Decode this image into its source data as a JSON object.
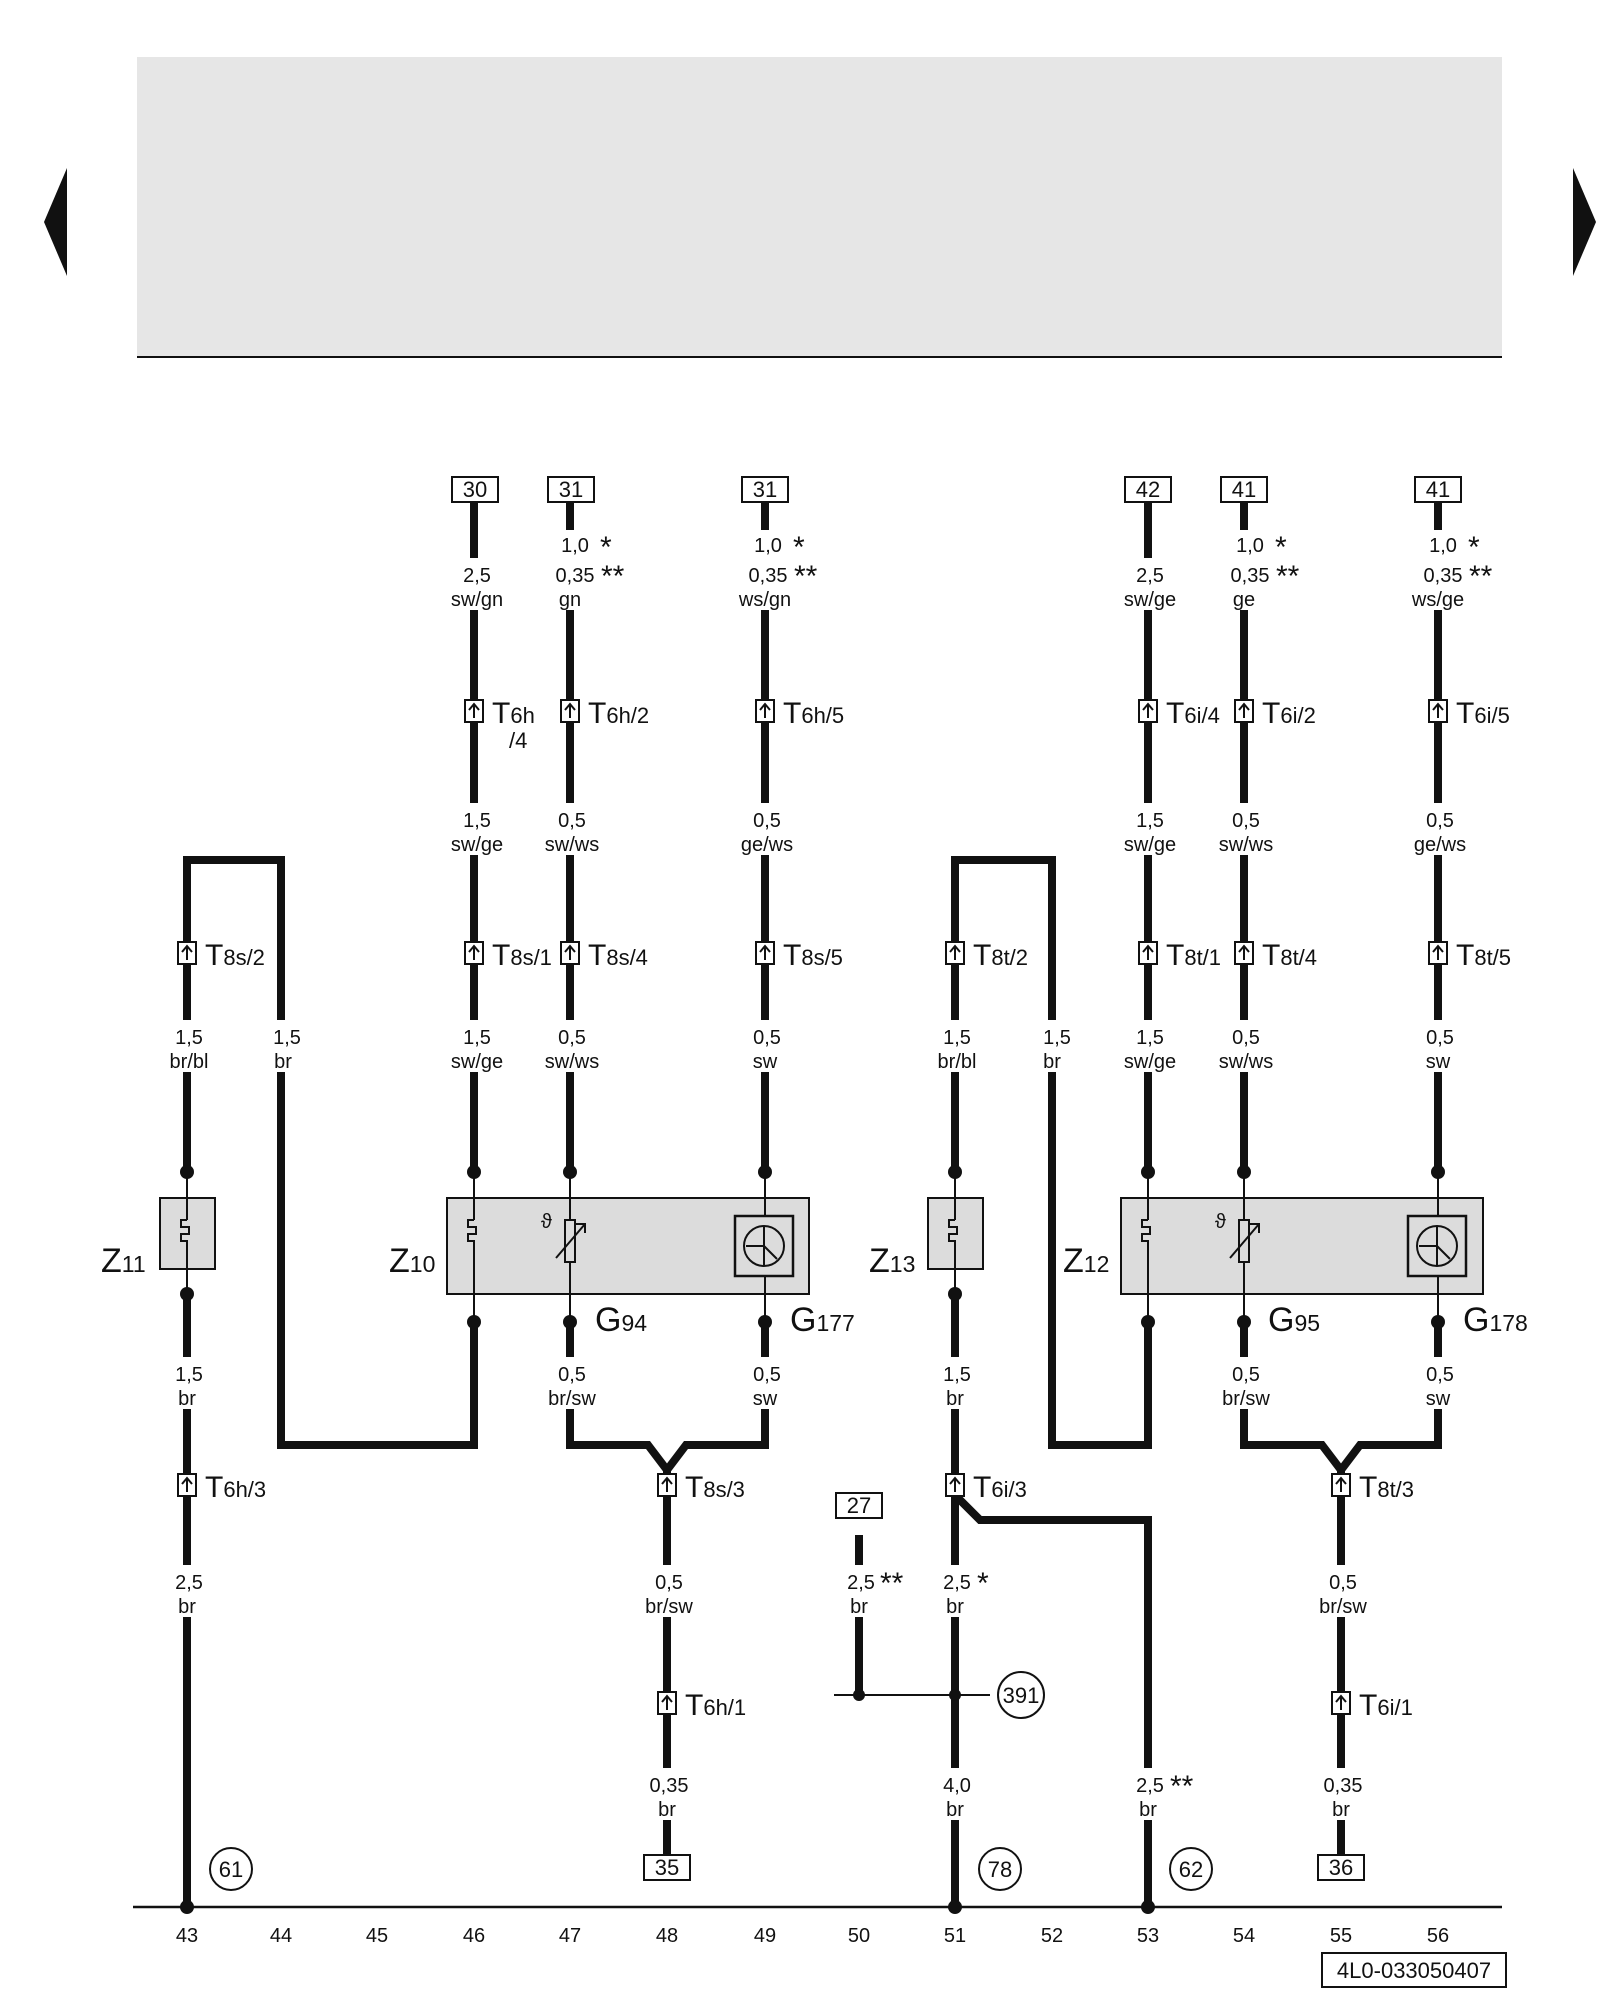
{
  "nav": {
    "prev_label": "previous page",
    "next_label": "next page"
  },
  "footer": {
    "doc_code": "4L0-033050407"
  },
  "grid_numbers": [
    "43",
    "44",
    "45",
    "46",
    "47",
    "48",
    "49",
    "50",
    "51",
    "52",
    "53",
    "54",
    "55",
    "56"
  ],
  "terminals": {
    "t30": "30",
    "t31a": "31",
    "t31b": "31",
    "t42": "42",
    "t41a": "41",
    "t41b": "41",
    "t35": "35",
    "t36": "36",
    "t27": "27"
  },
  "refs": {
    "r61": "61",
    "r78": "78",
    "r62": "62",
    "r391": "391"
  },
  "wires": {
    "w46_top_size": "2,5",
    "w46_top_color": "sw/gn",
    "w47_top_size1": "1,0",
    "w47_top_size2": "0,35",
    "w47_top_color": "gn",
    "w49_top_size1": "1,0",
    "w49_top_size2": "0,35",
    "w49_top_color": "ws/gn",
    "w53_top_size": "2,5",
    "w53_top_color": "sw/ge",
    "w54_top_size1": "1,0",
    "w54_top_size2": "0,35",
    "w54_top_color": "ge",
    "w56_top_size1": "1,0",
    "w56_top_size2": "0,35",
    "w56_top_color": "ws/ge",
    "w46_mid_size": "1,5",
    "w46_mid_color": "sw/ge",
    "w47_mid_size": "0,5",
    "w47_mid_color": "sw/ws",
    "w49_mid_size": "0,5",
    "w49_mid_color": "ge/ws",
    "w53_mid_size": "1,5",
    "w53_mid_color": "sw/ge",
    "w54_mid_size": "0,5",
    "w54_mid_color": "sw/ws",
    "w56_mid_size": "0,5",
    "w56_mid_color": "ge/ws",
    "w43_low_size": "1,5",
    "w43_low_color": "br/bl",
    "w44_low_size": "1,5",
    "w44_low_color": "br",
    "w46_low_size": "1,5",
    "w46_low_color": "sw/ge",
    "w47_low_size": "0,5",
    "w47_low_color": "sw/ws",
    "w49_low_size": "0,5",
    "w49_low_color": "sw",
    "w51_low_size": "1,5",
    "w51_low_color": "br/bl",
    "w52_low_size": "1,5",
    "w52_low_color": "br",
    "w53_low_size": "1,5",
    "w53_low_color": "sw/ge",
    "w54_low_size": "0,5",
    "w54_low_color": "sw/ws",
    "w56_low_size": "0,5",
    "w56_low_color": "sw",
    "w43_bot_size": "1,5",
    "w43_bot_color": "br",
    "w47_bot_size": "0,5",
    "w47_bot_color": "br/sw",
    "w49_bot_size": "0,5",
    "w49_bot_color": "sw",
    "w51_bot_size": "1,5",
    "w51_bot_color": "br",
    "w54_bot_size": "0,5",
    "w54_bot_color": "br/sw",
    "w56_bot_size": "0,5",
    "w56_bot_color": "sw",
    "w43_g_size": "2,5",
    "w43_g_color": "br",
    "w48_g_size": "0,5",
    "w48_g_color": "br/sw",
    "w50_g_size": "2,5",
    "w50_g_color": "br",
    "w51_g_size": "2,5",
    "w51_g_color": "br",
    "w55_g_size": "0,5",
    "w55_g_color": "br/sw",
    "w48_h_size": "0,35",
    "w48_h_color": "br",
    "w51_h_size": "4,0",
    "w51_h_color": "br",
    "w53_h_size": "2,5",
    "w53_h_color": "br",
    "w55_h_size": "0,35",
    "w55_h_color": "br"
  },
  "connectors": {
    "c6h4_a": "T",
    "c6h4_b": "6h",
    "c6h4_c": "/4",
    "c6h2_a": "T",
    "c6h2_b": "6h/2",
    "c6h5_a": "T",
    "c6h5_b": "6h/5",
    "c6i4_a": "T",
    "c6i4_b": "6i/4",
    "c6i2_a": "T",
    "c6i2_b": "6i/2",
    "c6i5_a": "T",
    "c6i5_b": "6i/5",
    "c8s2_a": "T",
    "c8s2_b": "8s/2",
    "c8s1_a": "T",
    "c8s1_b": "8s/1",
    "c8s4_a": "T",
    "c8s4_b": "8s/4",
    "c8s5_a": "T",
    "c8s5_b": "8s/5",
    "c8t2_a": "T",
    "c8t2_b": "8t/2",
    "c8t1_a": "T",
    "c8t1_b": "8t/1",
    "c8t4_a": "T",
    "c8t4_b": "8t/4",
    "c8t5_a": "T",
    "c8t5_b": "8t/5",
    "c6h3_a": "T",
    "c6h3_b": "6h/3",
    "c8s3_a": "T",
    "c8s3_b": "8s/3",
    "c6i3_a": "T",
    "c6i3_b": "6i/3",
    "c8t3_a": "T",
    "c8t3_b": "8t/3",
    "c6h1_a": "T",
    "c6h1_b": "6h/1",
    "c6i1_a": "T",
    "c6i1_b": "6i/1"
  },
  "components": {
    "z11_a": "Z",
    "z11_b": "11",
    "z10_a": "Z",
    "z10_b": "10",
    "z13_a": "Z",
    "z13_b": "13",
    "z12_a": "Z",
    "z12_b": "12",
    "g94_a": "G",
    "g94_b": "94",
    "g177_a": "G",
    "g177_b": "177",
    "g95_a": "G",
    "g95_b": "95",
    "g178_a": "G",
    "g178_b": "178",
    "theta": "ϑ"
  },
  "marks": {
    "one": "*",
    "two": "**"
  },
  "colors": {
    "ink": "#111111",
    "box_fill": "#dcdcdc",
    "header_fill": "#e6e6e6"
  }
}
